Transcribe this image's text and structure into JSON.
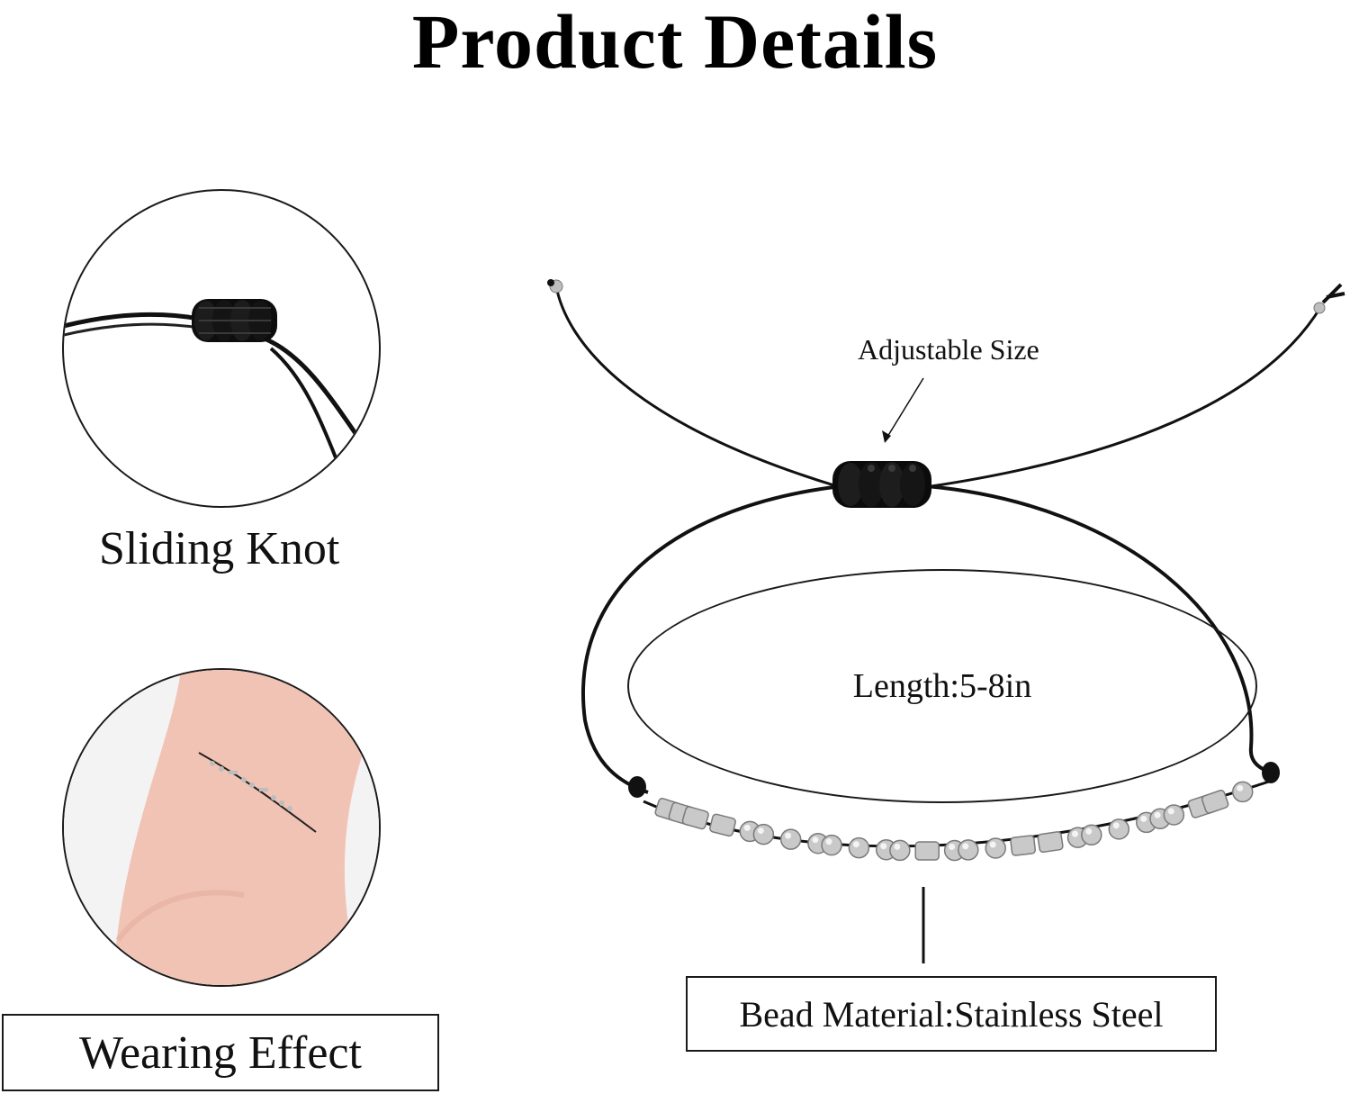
{
  "title": "Product Details",
  "callouts": {
    "adjustable_size": "Adjustable Size",
    "length": "Length:5-8in",
    "bead_material": "Bead Material:Stainless Steel"
  },
  "detail_views": [
    {
      "caption": "Sliding Knot",
      "image": "sliding-knot-closeup"
    },
    {
      "caption": "Wearing Effect",
      "image": "bracelet-on-wrist"
    }
  ],
  "colors": {
    "cord": "#111111",
    "bead": "#c9c9c9",
    "skin": "#f1c3b4"
  }
}
